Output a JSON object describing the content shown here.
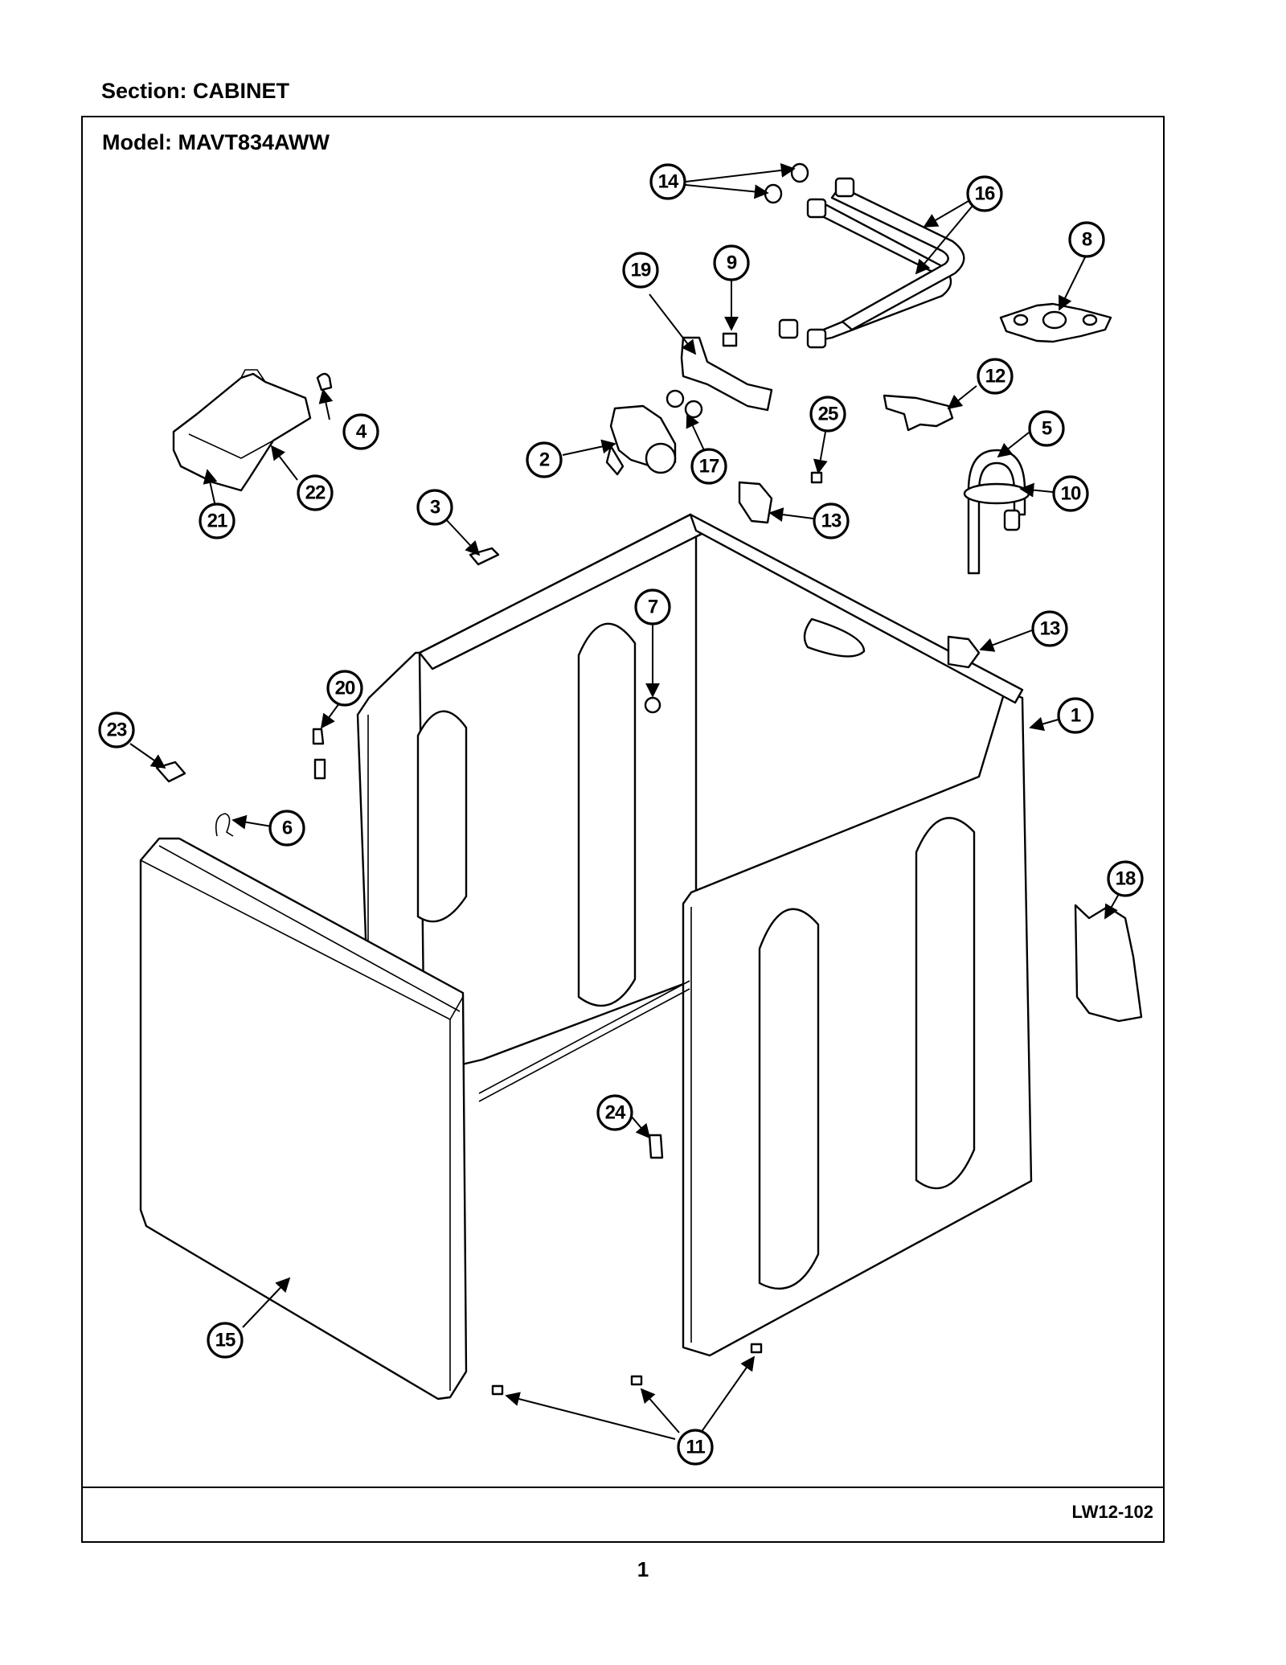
{
  "section_title": "Section:  CABINET",
  "model_title": "Model:  MAVT834AWW",
  "diagram_code": "LW12-102",
  "page_number": "1",
  "callouts": [
    "1",
    "2",
    "3",
    "4",
    "5",
    "6",
    "7",
    "8",
    "9",
    "10",
    "11",
    "12",
    "13",
    "14",
    "15",
    "16",
    "17",
    "18",
    "19",
    "20",
    "21",
    "22",
    "23",
    "24",
    "25"
  ]
}
